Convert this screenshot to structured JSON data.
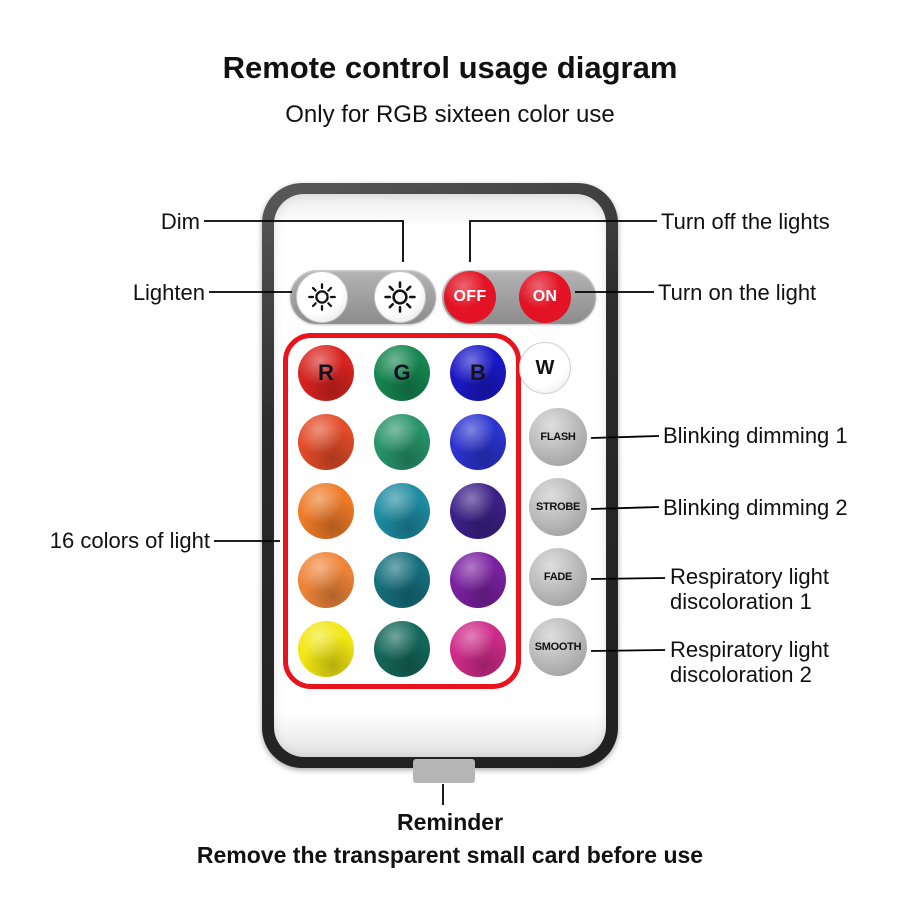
{
  "header": {
    "title": "Remote control usage diagram",
    "subtitle": "Only for RGB sixteen color use"
  },
  "remote": {
    "off_label": "OFF",
    "on_label": "ON",
    "color_grid": {
      "buttons": [
        {
          "label": "R",
          "color": "#d8231f"
        },
        {
          "label": "G",
          "color": "#15854f"
        },
        {
          "label": "B",
          "color": "#1a18c6"
        },
        {
          "label": "",
          "color": "#e24b28"
        },
        {
          "label": "",
          "color": "#27936a"
        },
        {
          "label": "",
          "color": "#2a33cf"
        },
        {
          "label": "",
          "color": "#ee7a27"
        },
        {
          "label": "",
          "color": "#1d8ba0"
        },
        {
          "label": "",
          "color": "#3c2087"
        },
        {
          "label": "",
          "color": "#ef8438"
        },
        {
          "label": "",
          "color": "#156f7d"
        },
        {
          "label": "",
          "color": "#7a21a0"
        },
        {
          "label": "",
          "color": "#f2e713"
        },
        {
          "label": "",
          "color": "#14675a"
        },
        {
          "label": "",
          "color": "#ce2a88"
        }
      ]
    },
    "right_buttons": [
      {
        "label": "W"
      },
      {
        "label": "FLASH"
      },
      {
        "label": "STROBE"
      },
      {
        "label": "FADE"
      },
      {
        "label": "SMOOTH"
      }
    ],
    "icons": {
      "lighten": "sun-bright-icon",
      "dim": "sun-dim-icon"
    }
  },
  "callouts": {
    "dim": "Dim",
    "lighten": "Lighten",
    "turn_off": "Turn off the lights",
    "turn_on": "Turn on the light",
    "blinking1": "Blinking dimming 1",
    "blinking2": "Blinking dimming 2",
    "respiratory1": "Respiratory light discoloration 1",
    "respiratory2": "Respiratory light discoloration 2",
    "sixteen_colors": "16 colors of light"
  },
  "footer": {
    "reminder_title": "Reminder",
    "reminder_text": "Remove the transparent small card before use"
  },
  "colors": {
    "accent_outline": "#e8131c",
    "power_button": "#e31224",
    "mode_button": "#a0a0a0"
  }
}
